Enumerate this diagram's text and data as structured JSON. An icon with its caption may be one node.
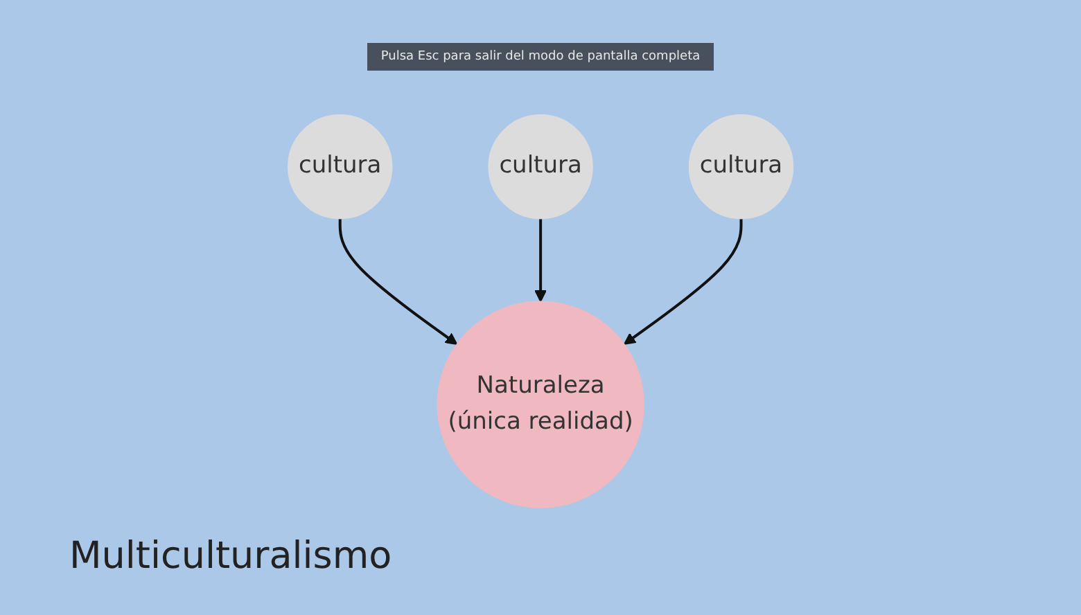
{
  "diagram": {
    "title": "Multiculturalismo",
    "nodes": [
      {
        "text": [
          "cultura"
        ]
      },
      {
        "text": [
          "cultura"
        ]
      },
      {
        "text": [
          "cultura"
        ]
      },
      {
        "text": [
          "Naturaleza",
          "(única realidad)"
        ]
      }
    ],
    "edges": [
      {
        "from": 0,
        "to": 3,
        "arrow": "to"
      },
      {
        "from": 1,
        "to": 3,
        "arrow": "to"
      },
      {
        "from": 2,
        "to": 3,
        "arrow": "to"
      }
    ],
    "labels": [
      "Pulsa Esc para salir del modo de pantalla completa"
    ]
  }
}
